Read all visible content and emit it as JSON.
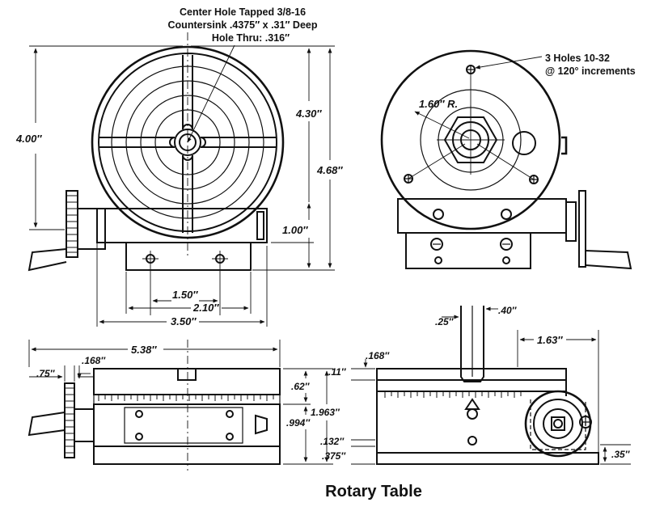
{
  "title": "Rotary Table",
  "notes": {
    "center_hole_line1": "Center Hole Tapped 3/8-16",
    "center_hole_line2": "Countersink .4375″ x .31″ Deep",
    "center_hole_line3": "Hole Thru: .316″",
    "holes_line1": "3 Holes 10-32",
    "holes_line2": "@ 120° increments"
  },
  "front_view": {
    "dim_height_total": "4.00″",
    "dim_table_top": "4.30″",
    "dim_overall": "4.68″",
    "dim_base_height": "1.00″",
    "dim_hole_spacing": "1.50″",
    "dim_base_width": "2.10″",
    "dim_table_dia": "3.50″"
  },
  "end_view": {
    "dim_radius": "1.60″ R."
  },
  "side_view": {
    "dim_length": "5.38″",
    "dim_handle": ".75″",
    "dim_collar": ".168″",
    "dim_top_plate": ".62″",
    "dim_center": ".994″",
    "dim_height": "1.963″"
  },
  "section_view": {
    "dim_slot_width": ".25″",
    "dim_slot_depth": ".40″",
    "dim_top_thickness": ".168″",
    "dim_gap": ".11″",
    "dim_offset": "1.63″",
    "dim_base_gap": ".132″",
    "dim_base": ".375″",
    "dim_foot": ".35″"
  }
}
